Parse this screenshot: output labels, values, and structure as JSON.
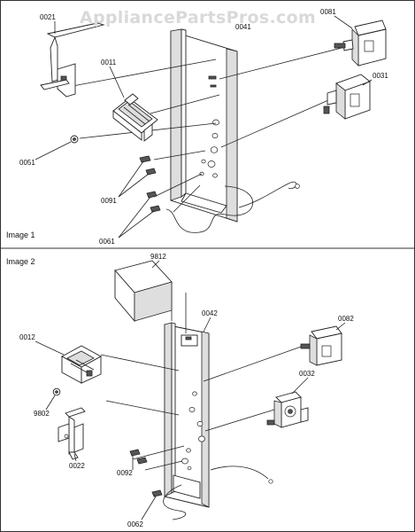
{
  "watermark": "AppliancePartsPros.com",
  "panels": {
    "top": {
      "title": "Image 1"
    },
    "bottom": {
      "title": "Image 2"
    }
  },
  "callouts": {
    "p0021": "0021",
    "p0041": "0041",
    "p0081": "0081",
    "p0011": "0011",
    "p0031": "0031",
    "p0051": "0051",
    "p0091": "0091",
    "p0061": "0061",
    "p9812": "9812",
    "p0042": "0042",
    "p0012": "0012",
    "p0082": "0082",
    "p0032": "0032",
    "p9802": "9802",
    "p0092": "0092",
    "p0022": "0022",
    "p0062": "0062"
  }
}
